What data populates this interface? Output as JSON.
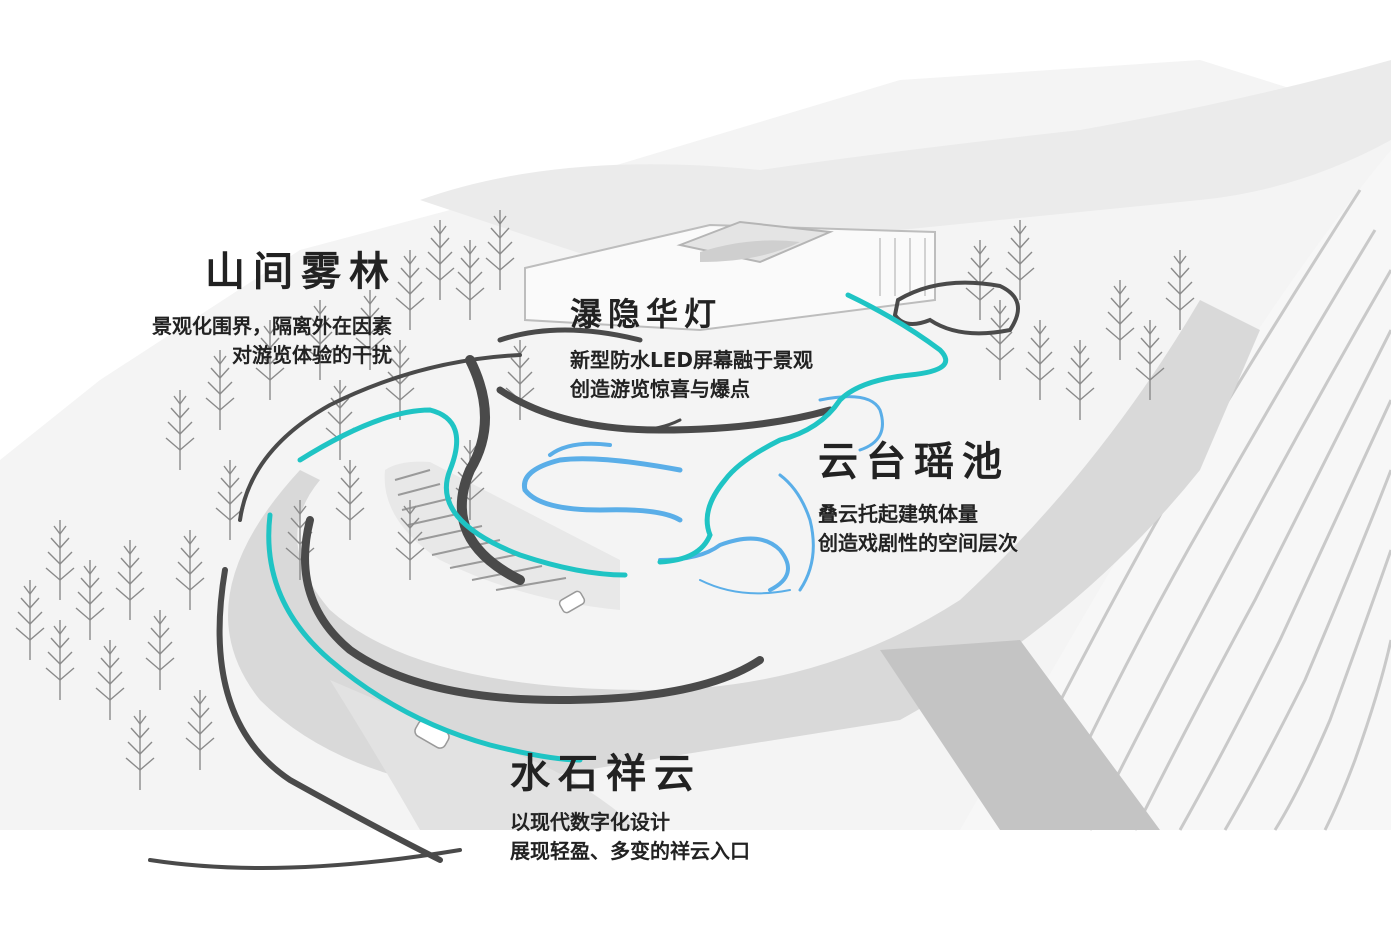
{
  "colors": {
    "teal_path": "#1fc4c4",
    "blue_water": "#5aaee8",
    "brush_stroke": "#4a4a4a",
    "text": "#222222"
  },
  "zones": {
    "forest": {
      "title": "山间雾林",
      "lines": [
        "景观化围界，隔离外在因素",
        "对游览体验的干扰"
      ]
    },
    "waterfall": {
      "title": "瀑隐华灯",
      "lines": [
        "新型防水LED屏幕融于景观",
        "创造游览惊喜与爆点"
      ]
    },
    "cloud_pool": {
      "title": "云台瑶池",
      "lines": [
        "叠云托起建筑体量",
        "创造戏剧性的空间层次"
      ]
    },
    "water_stone": {
      "title": "水石祥云",
      "lines": [
        "以现代数字化设计",
        "展现轻盈、多变的祥云入口"
      ]
    }
  }
}
